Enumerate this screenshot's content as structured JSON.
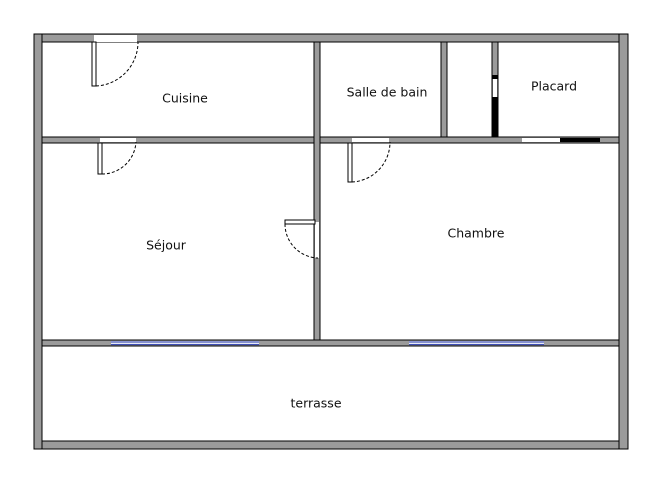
{
  "rooms": {
    "cuisine": "Cuisine",
    "salle_de_bain": "Salle de bain",
    "placard": "Placard",
    "sejour": "Séjour",
    "chambre": "Chambre",
    "terrasse": "terrasse"
  },
  "colors": {
    "wall_fill": "#9b9b9b",
    "wall_stroke": "#000000",
    "window": "#3f4fb5",
    "background": "#ffffff"
  }
}
